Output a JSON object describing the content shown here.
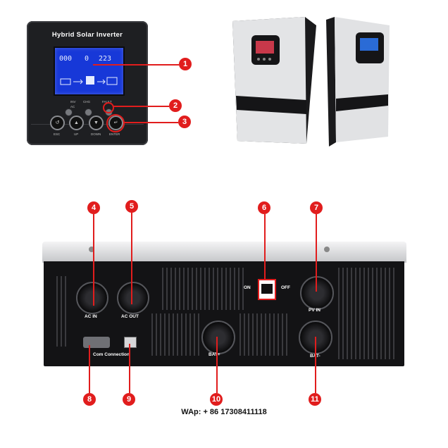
{
  "front_panel": {
    "title": "Hybrid Solar Inverter",
    "lcd": {
      "left_value": "000",
      "center_value": "0",
      "right_value": "223"
    },
    "leds": [
      {
        "label": "INV"
      },
      {
        "label": "CHG"
      },
      {
        "label": "FAULT"
      }
    ],
    "led_sublabel": "AC",
    "buttons": [
      {
        "label": "ESC"
      },
      {
        "label": "UP"
      },
      {
        "label": "DOWN"
      },
      {
        "label": "ENTER"
      }
    ]
  },
  "callouts": [
    "1",
    "2",
    "3",
    "4",
    "5",
    "6",
    "7",
    "8",
    "9",
    "10",
    "11"
  ],
  "bottom_view": {
    "ac_in": "AC IN",
    "ac_out": "AC OUT",
    "switch_on": "ON",
    "switch_off": "OFF",
    "pv_in": "PV IN",
    "com_connection": "Com Connection",
    "bat_plus": "BAT+",
    "bat_minus": "BAT-"
  },
  "contact": "WAp: + 86 17308411118",
  "colors": {
    "accent": "#e11d1d",
    "lcd": "#1738d8",
    "panel": "#1e1f22"
  }
}
